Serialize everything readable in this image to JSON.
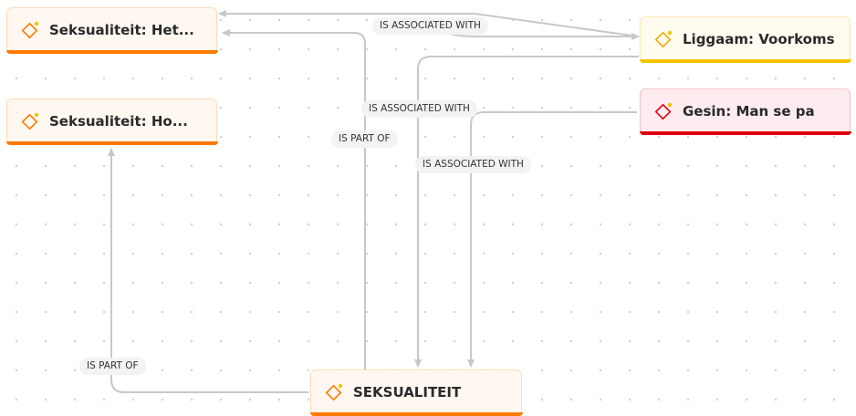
{
  "colors": {
    "orange_accent": "#ff7a00",
    "yellow_accent": "#f5c400",
    "red_accent": "#e0000f",
    "node_fill": "#fff8f1",
    "red_node_fill": "#fdecef",
    "yellow_node_fill": "#fffbef",
    "edge_color": "#c8c8c8"
  },
  "nodes": {
    "seks_het": {
      "label": "Seksualiteit: Het...",
      "icon": "diamond-tag-icon"
    },
    "seks_ho": {
      "label": "Seksualiteit: Ho...",
      "icon": "diamond-tag-icon"
    },
    "liggaam": {
      "label": "Liggaam: Voorkoms",
      "icon": "diamond-tag-icon"
    },
    "gesin": {
      "label": "Gesin: Man se pa",
      "icon": "diamond-tag-icon"
    },
    "seksualiteit": {
      "label": "SEKSUALITEIT",
      "icon": "diamond-tag-icon"
    }
  },
  "edges": {
    "e1": {
      "label": "IS ASSOCIATED WITH"
    },
    "e2": {
      "label": "IS ASSOCIATED WITH"
    },
    "e3": {
      "label": "IS PART OF"
    },
    "e4": {
      "label": "IS ASSOCIATED WITH"
    },
    "e5": {
      "label": "IS PART OF"
    }
  }
}
